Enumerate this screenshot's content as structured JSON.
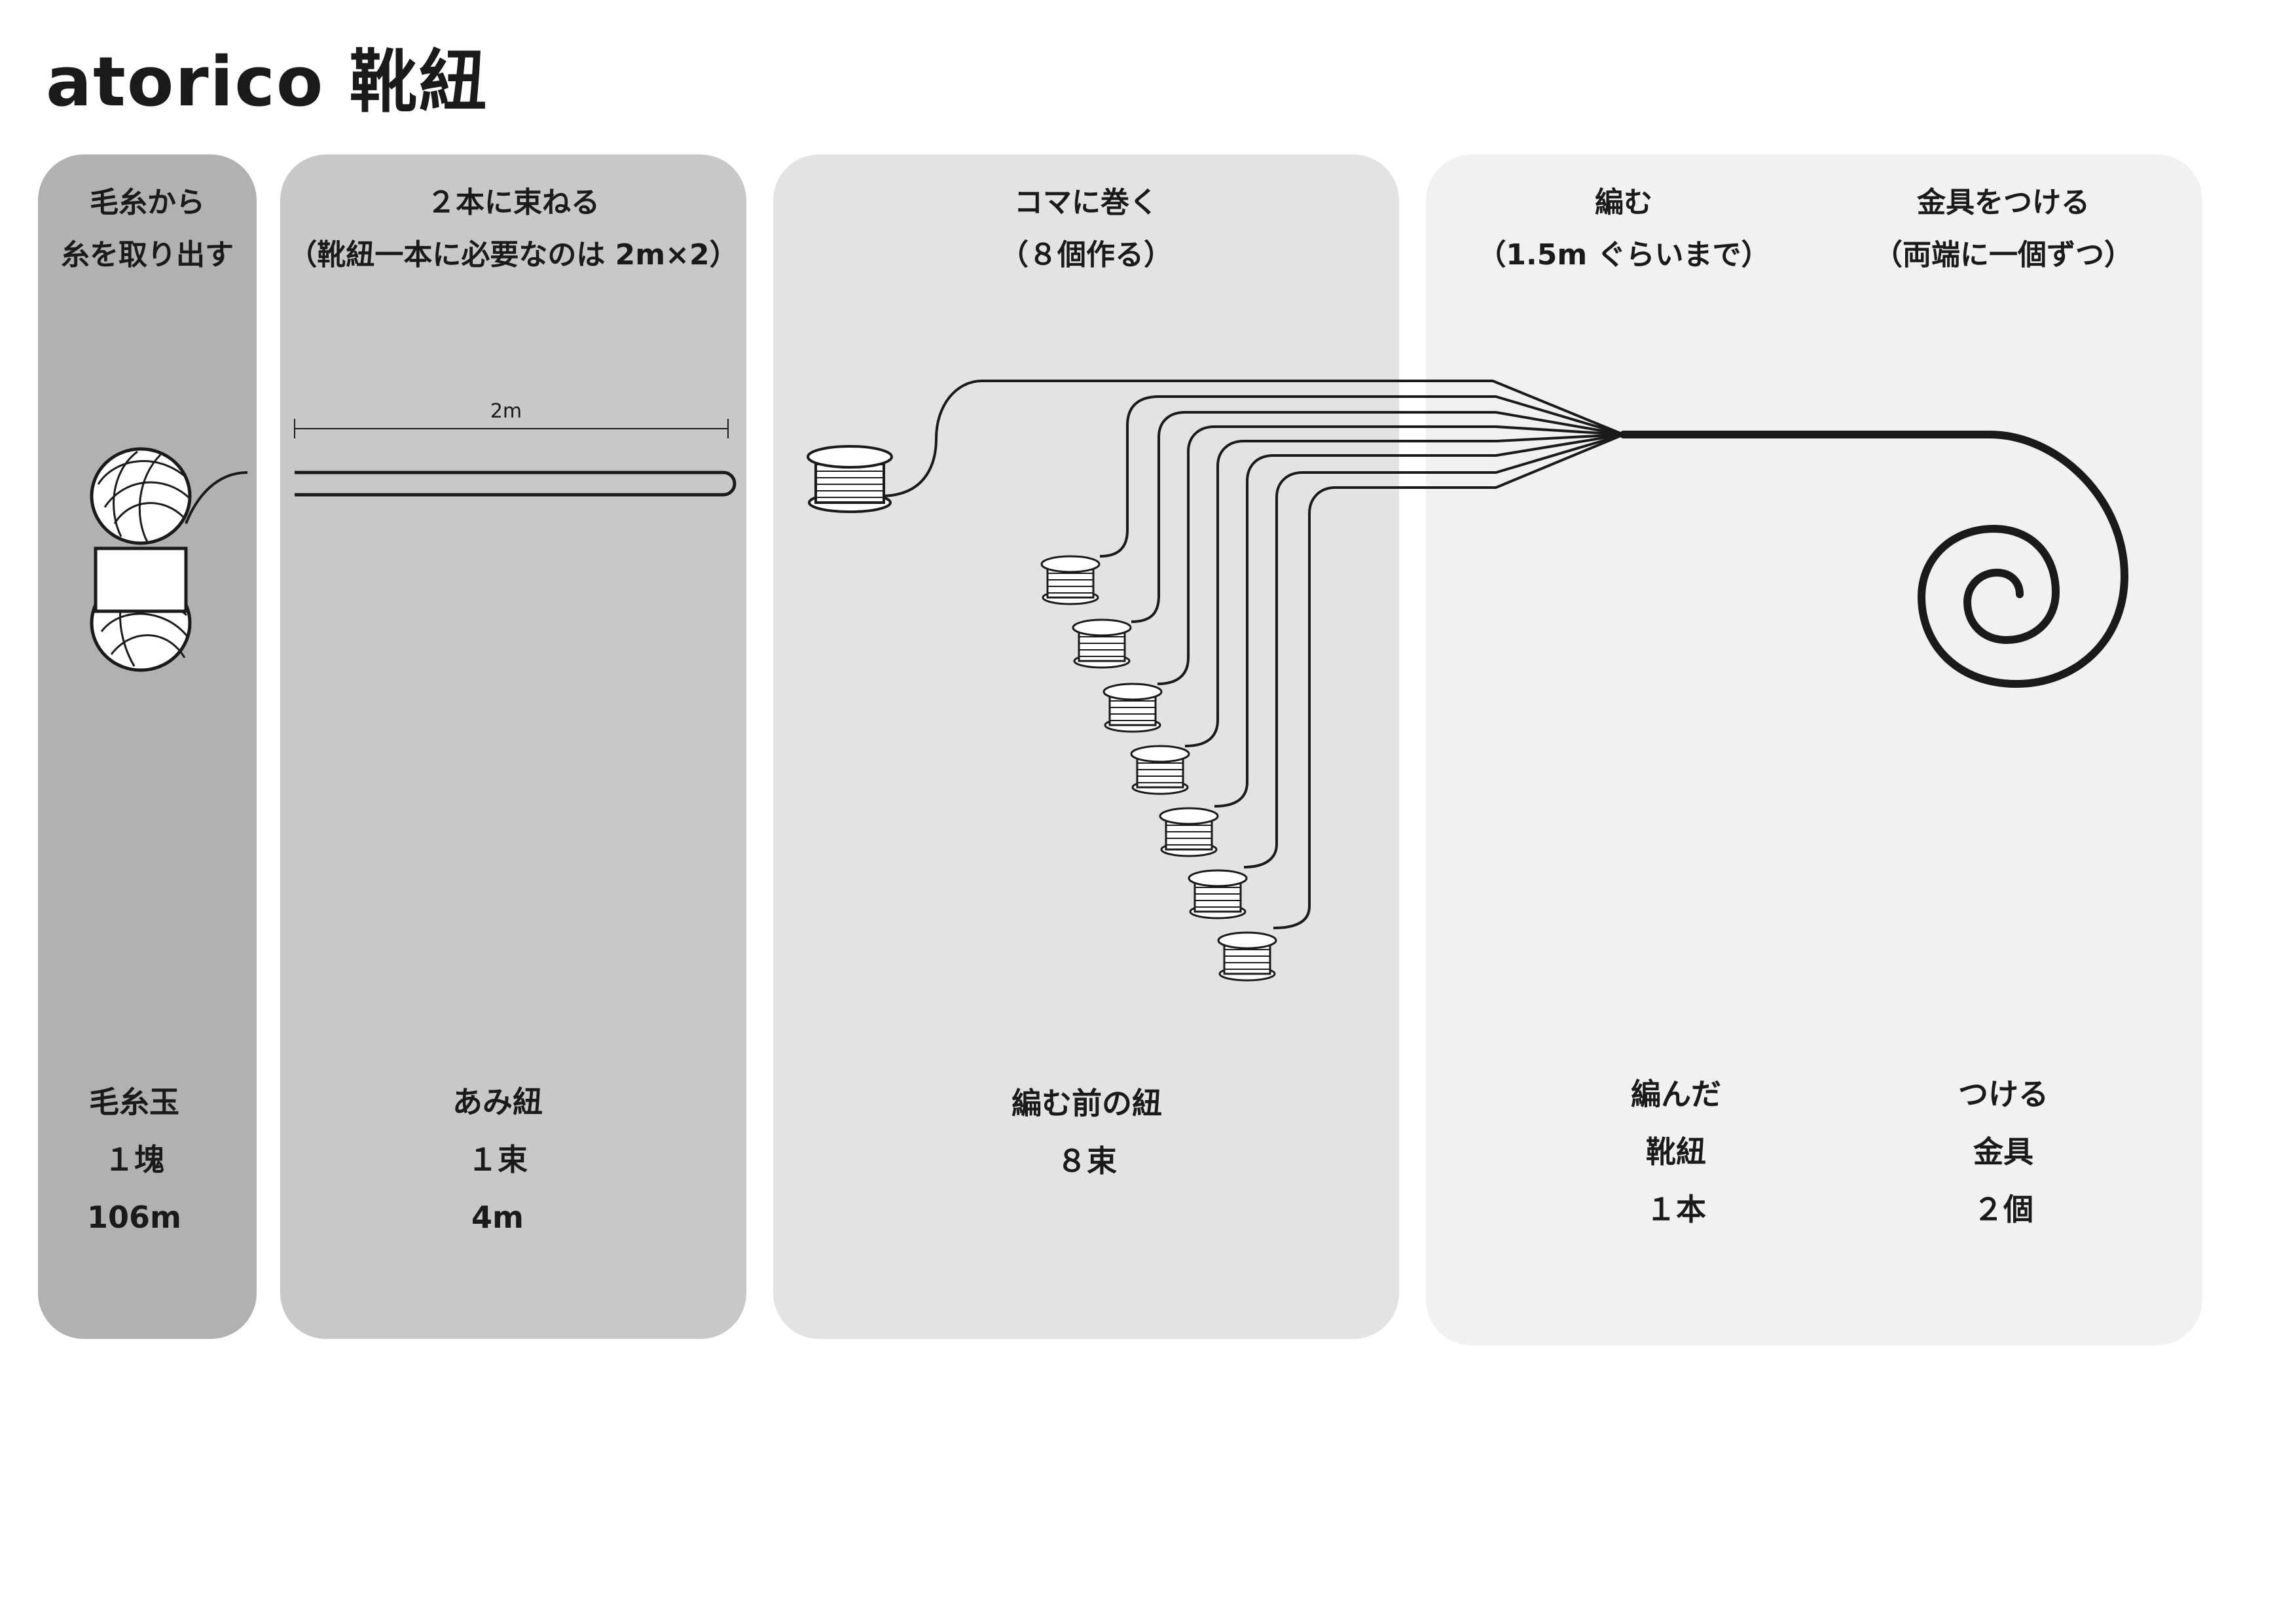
{
  "title": "atorico 靴紐",
  "steps": [
    {
      "heading": [
        "毛糸から",
        "糸を取り出す"
      ],
      "result": [
        "毛糸玉",
        "１塊",
        "106m"
      ]
    },
    {
      "heading": [
        "２本に束ねる",
        "（靴紐一本に必要なのは 2m×2）"
      ],
      "measure_label": "2m",
      "result": [
        "あみ紐",
        "１束",
        "4m"
      ]
    },
    {
      "heading": [
        "コマに巻く",
        "（８個作る）"
      ],
      "result": [
        "編む前の紐",
        "８束"
      ]
    },
    {
      "heading": [
        "編む",
        "（1.5m ぐらいまで）"
      ],
      "result": [
        "編んだ",
        "靴紐",
        "１本"
      ]
    },
    {
      "heading": [
        "金具をつける",
        "（両端に一個ずつ）"
      ],
      "result": [
        "つける",
        "金具",
        "２個"
      ]
    }
  ]
}
